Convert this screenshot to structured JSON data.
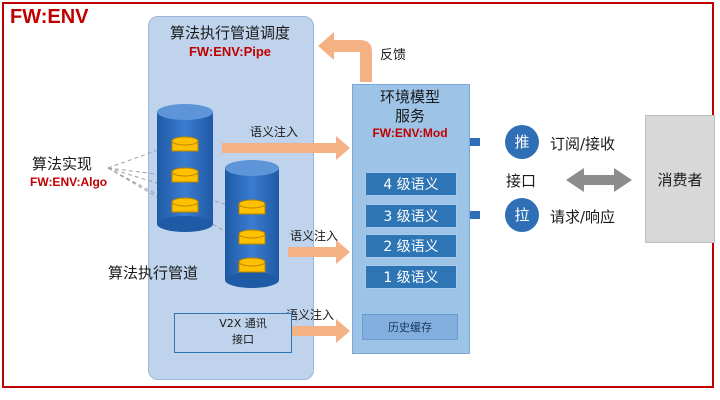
{
  "frame_label": "FW:ENV",
  "pipe_panel": {
    "title": "算法执行管道调度",
    "code": "FW:ENV:Pipe"
  },
  "mod_panel": {
    "title_line1": "环境模型",
    "title_line2": "服务",
    "code": "FW:ENV:Mod",
    "levels": [
      "4 级语义",
      "3 级语义",
      "2 级语义",
      "1 级语义"
    ],
    "history": "历史缓存"
  },
  "algo": {
    "label": "算法实现",
    "code": "FW:ENV:Algo"
  },
  "pipeline_label": "算法执行管道",
  "feedback_label": "反馈",
  "injection_labels": [
    "语义注入",
    "语义注入",
    "语义注入"
  ],
  "v2x": {
    "line1": "V2X 通讯",
    "line2": "接口"
  },
  "interface": {
    "push_symbol": "推",
    "pull_symbol": "拉",
    "push_label": "订阅/接收",
    "pull_label": "请求/响应",
    "interface_label": "接口"
  },
  "consumer_label": "消费者",
  "colors": {
    "accent_red": "#c00000",
    "panel_blue": "#bfd3ec",
    "level_blue": "#2e75b6",
    "arrow_orange": "#f4b183",
    "cylinder_blue": "#2f6fbf",
    "disk_yellow": "#ffc000"
  }
}
